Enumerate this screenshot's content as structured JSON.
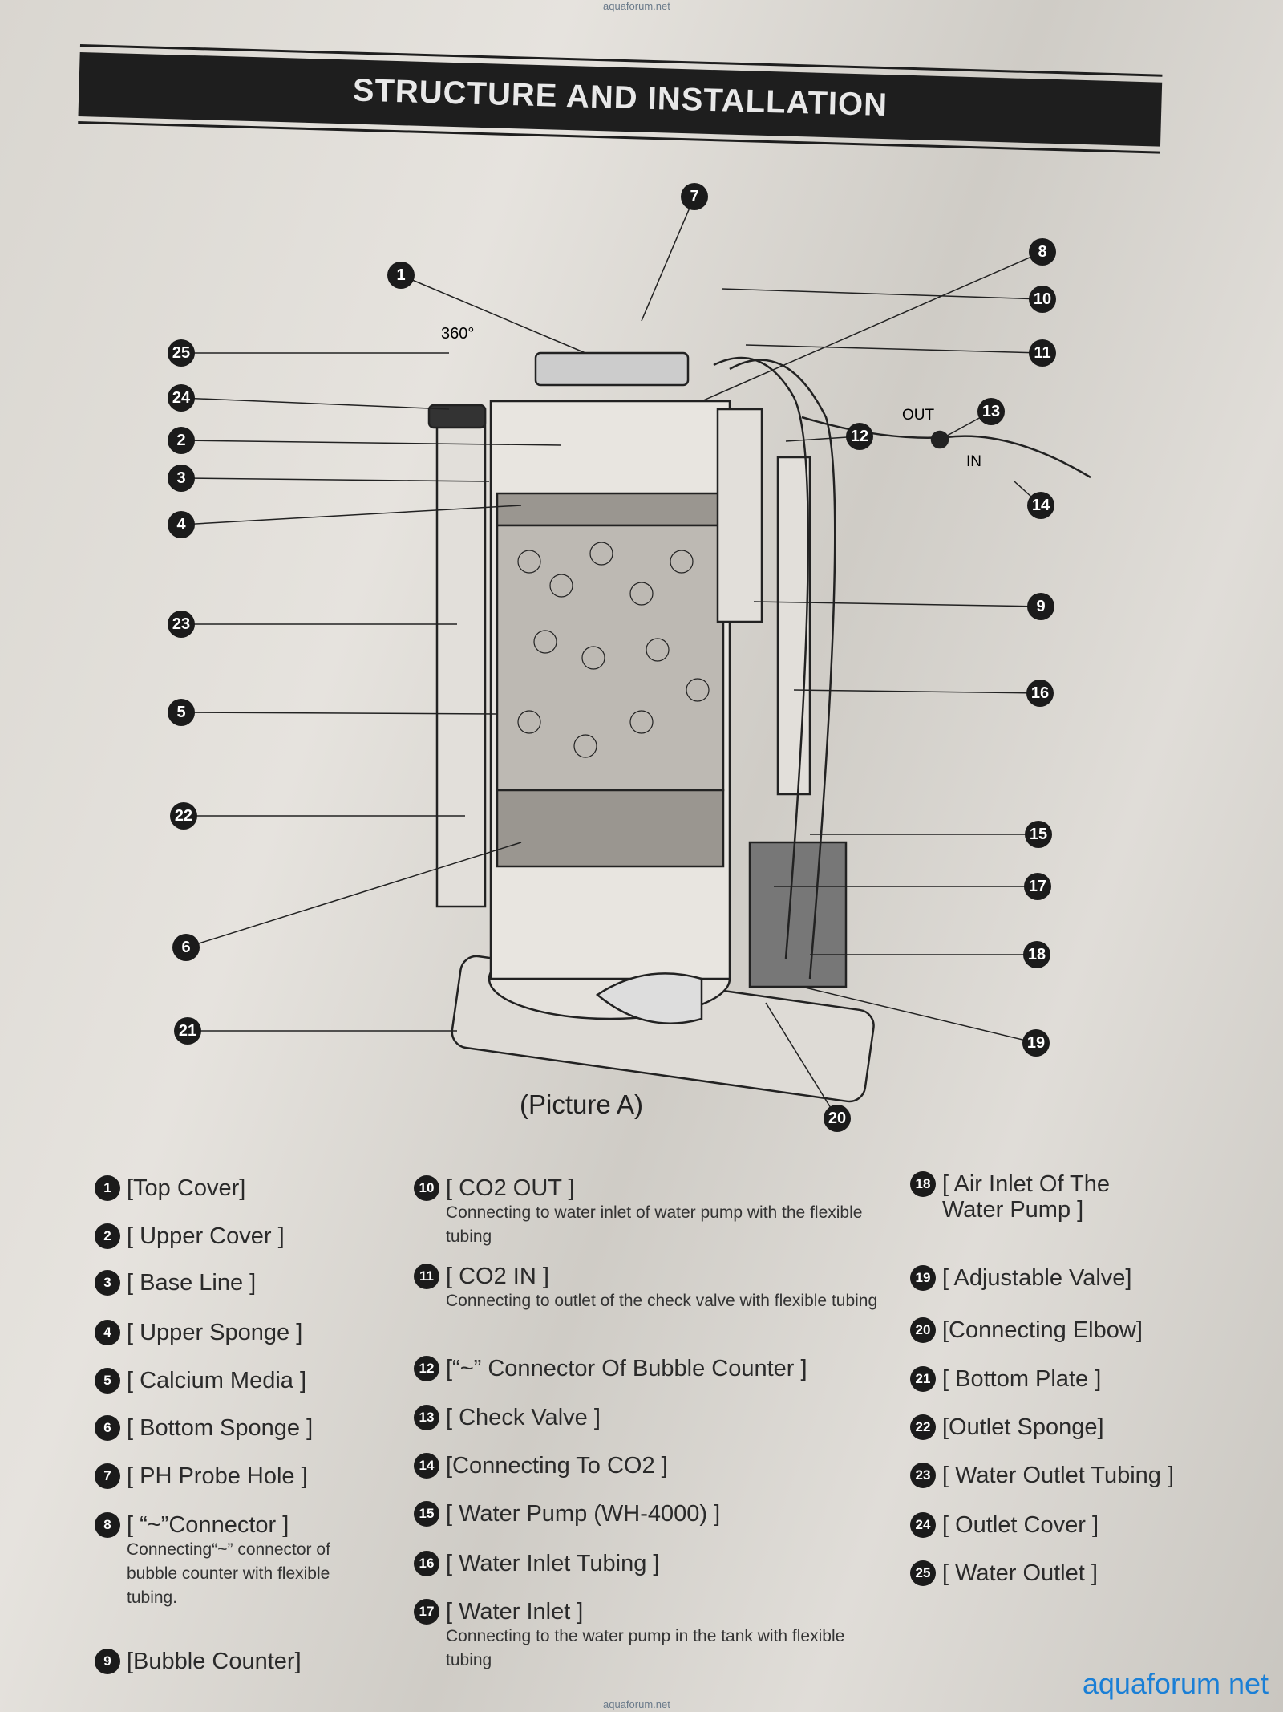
{
  "watermark": "aquaforum.net",
  "title": "STRUCTURE AND INSTALLATION",
  "diagram": {
    "caption": "(Picture A)",
    "angle_label": "360°",
    "out_label": "OUT",
    "in_label": "IN",
    "callouts": [
      "1",
      "2",
      "3",
      "4",
      "5",
      "6",
      "7",
      "8",
      "9",
      "10",
      "11",
      "12",
      "13",
      "14",
      "15",
      "16",
      "17",
      "18",
      "19",
      "20",
      "21",
      "22",
      "23",
      "24",
      "25"
    ]
  },
  "legend": [
    {
      "n": "1",
      "label": "[Top Cover]"
    },
    {
      "n": "2",
      "label": "[ Upper Cover ]"
    },
    {
      "n": "3",
      "label": "[ Base Line ]"
    },
    {
      "n": "4",
      "label": "[ Upper Sponge ]"
    },
    {
      "n": "5",
      "label": "[ Calcium Media ]"
    },
    {
      "n": "6",
      "label": "[ Bottom Sponge ]"
    },
    {
      "n": "7",
      "label": "[ PH Probe  Hole ]"
    },
    {
      "n": "8",
      "label": "[ “~”Connector ]",
      "desc": "Connecting“~” connector of bubble counter with flexible tubing."
    },
    {
      "n": "9",
      "label": "[Bubble Counter]"
    },
    {
      "n": "10",
      "label": "[ CO2 OUT ]",
      "desc": "Connecting to water inlet of water pump with the flexible tubing"
    },
    {
      "n": "11",
      "label": "[ CO2 IN ]",
      "desc": "Connecting to outlet of the check valve with flexible tubing"
    },
    {
      "n": "12",
      "label": "[“~” Connector Of Bubble Counter ]"
    },
    {
      "n": "13",
      "label": "[ Check Valve ]"
    },
    {
      "n": "14",
      "label": "[Connecting To CO2 ]"
    },
    {
      "n": "15",
      "label": "[ Water Pump (WH-4000) ]"
    },
    {
      "n": "16",
      "label": "[  Water Inlet Tubing  ]"
    },
    {
      "n": "17",
      "label": "[  Water Inlet  ]",
      "desc": "Connecting to the water pump in the tank with flexible tubing"
    },
    {
      "n": "18",
      "label": "[ Air Inlet Of The Water Pump ]"
    },
    {
      "n": "19",
      "label": "[ Adjustable Valve]"
    },
    {
      "n": "20",
      "label": "[Connecting Elbow]"
    },
    {
      "n": "21",
      "label": "[ Bottom Plate ]"
    },
    {
      "n": "22",
      "label": "[Outlet Sponge]"
    },
    {
      "n": "23",
      "label": "[  Water Outlet Tubing ]"
    },
    {
      "n": "24",
      "label": "[ Outlet Cover ]"
    },
    {
      "n": "25",
      "label": "[ Water Outlet ]"
    }
  ],
  "logo": "aquaforum net"
}
